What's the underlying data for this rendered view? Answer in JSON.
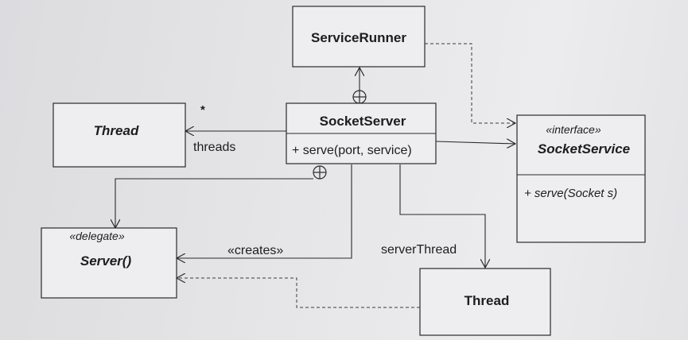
{
  "classes": {
    "service_runner": {
      "name": "ServiceRunner"
    },
    "thread_left": {
      "name": "Thread"
    },
    "socket_server": {
      "name": "SocketServer",
      "operation": "+ serve(port, service)"
    },
    "socket_service": {
      "stereotype": "«interface»",
      "name": "SocketService",
      "operation": "+ serve(Socket s)"
    },
    "server_delegate": {
      "stereotype": "«delegate»",
      "name": "Server()"
    },
    "thread_bottom": {
      "name": "Thread"
    }
  },
  "labels": {
    "threads_role": "threads",
    "threads_multiplicity": "*",
    "creates": "«creates»",
    "server_thread_role": "serverThread"
  }
}
